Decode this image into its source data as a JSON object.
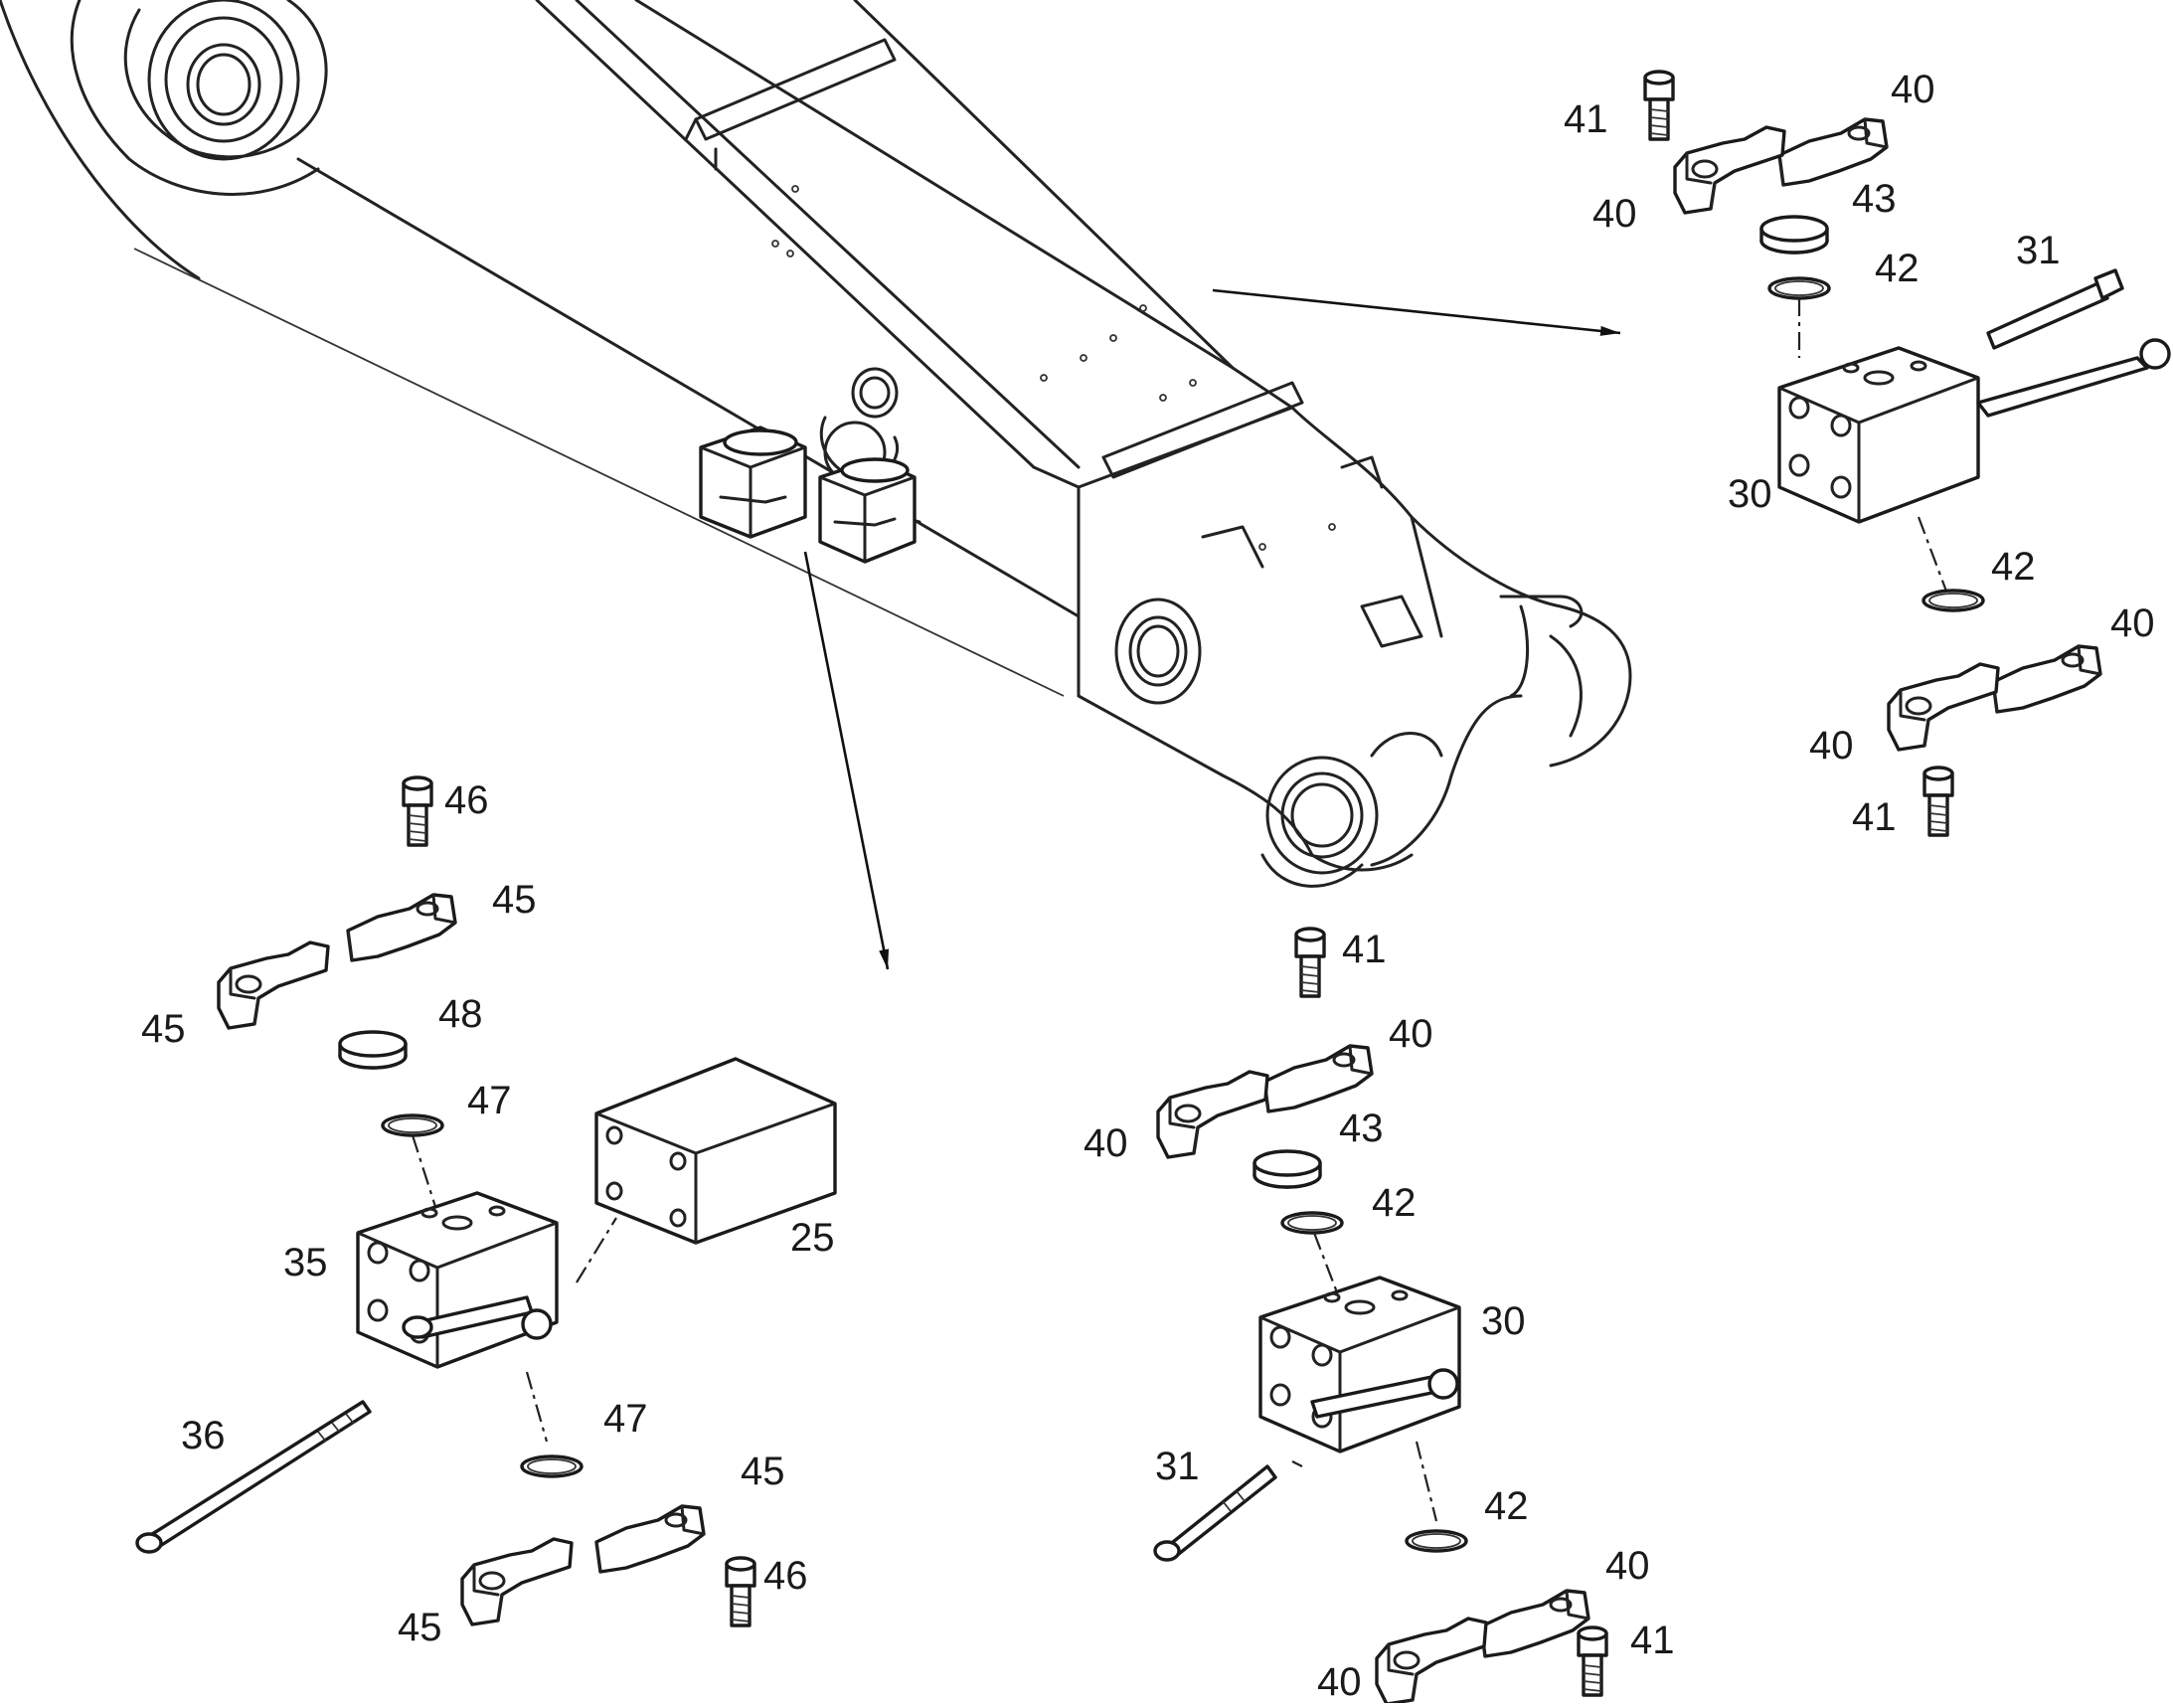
{
  "diagram": {
    "callouts": [
      "41",
      "40",
      "40",
      "43",
      "42",
      "31",
      "30",
      "42",
      "40",
      "40",
      "41",
      "46",
      "45",
      "45",
      "48",
      "47",
      "35",
      "25",
      "36",
      "47",
      "45",
      "46",
      "45",
      "41",
      "40",
      "40",
      "43",
      "42",
      "30",
      "31",
      "42",
      "40",
      "41",
      "40"
    ]
  }
}
